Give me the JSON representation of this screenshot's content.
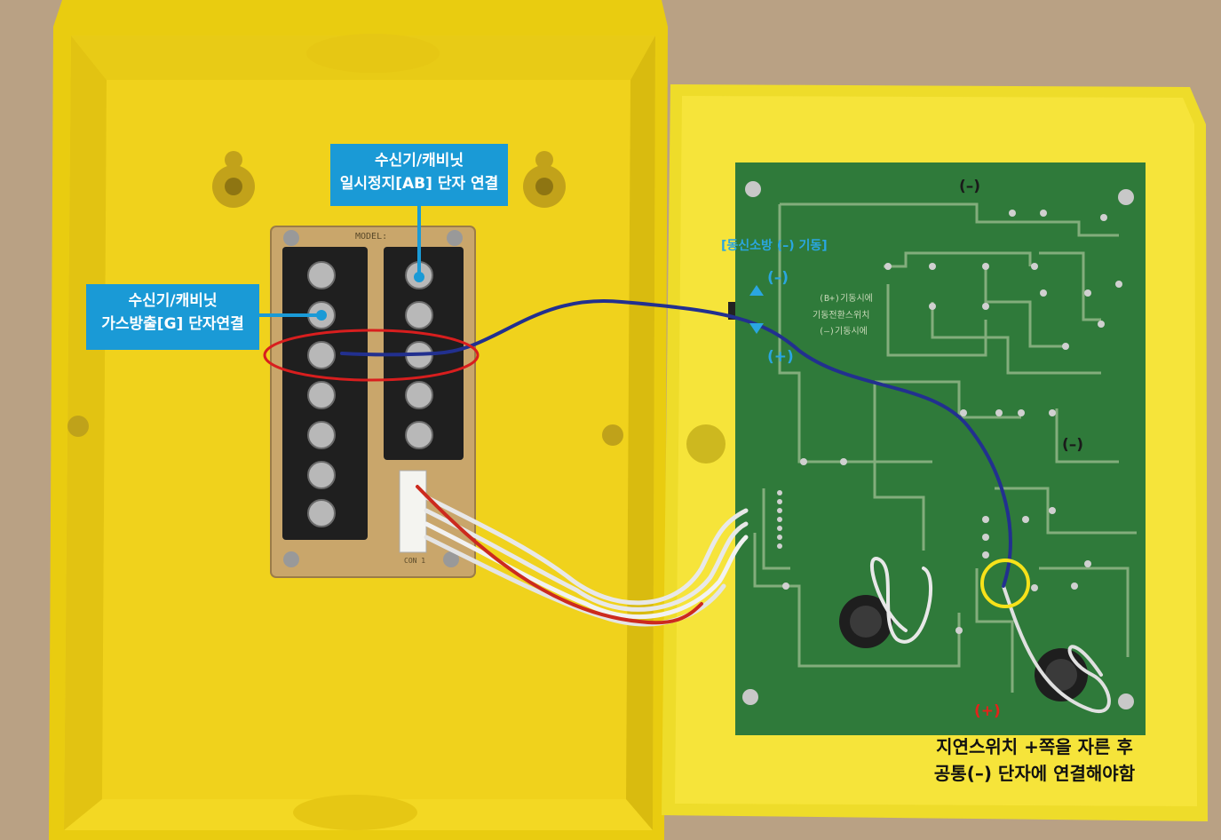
{
  "callouts": {
    "pause_line1": "수신기/캐비닛",
    "pause_line2": "일시정지[AB] 단자 연결",
    "gas_line1": "수신기/캐비닛",
    "gas_line2": "가스방출[G] 단자연결"
  },
  "labels": {
    "dongsin": "[동신소방 (–) 기동]",
    "minus_blue": "(–)",
    "plus_blue": "(+)",
    "minus_top": "(–)",
    "minus_mid": "(–)",
    "plus_red": "(+)"
  },
  "note": {
    "line1": "지연스위치 +쪽을 자른 후",
    "line2": "공통(–) 단자에 연결해야함"
  },
  "board_print": {
    "model": "MODEL:",
    "conn": "CON 1",
    "pcb_line1": "(B+)기동시에",
    "pcb_line2": "기동전환스위치",
    "pcb_line3": "(–)기동시에"
  },
  "colors": {
    "enclosure_yellow": "#f2d61c",
    "pcb_green": "#2f7a3a",
    "callout_blue": "#1a9ad6",
    "wire_blue": "#22308f",
    "highlight_red": "#d81e1e",
    "highlight_yellow": "#f7e21a"
  }
}
